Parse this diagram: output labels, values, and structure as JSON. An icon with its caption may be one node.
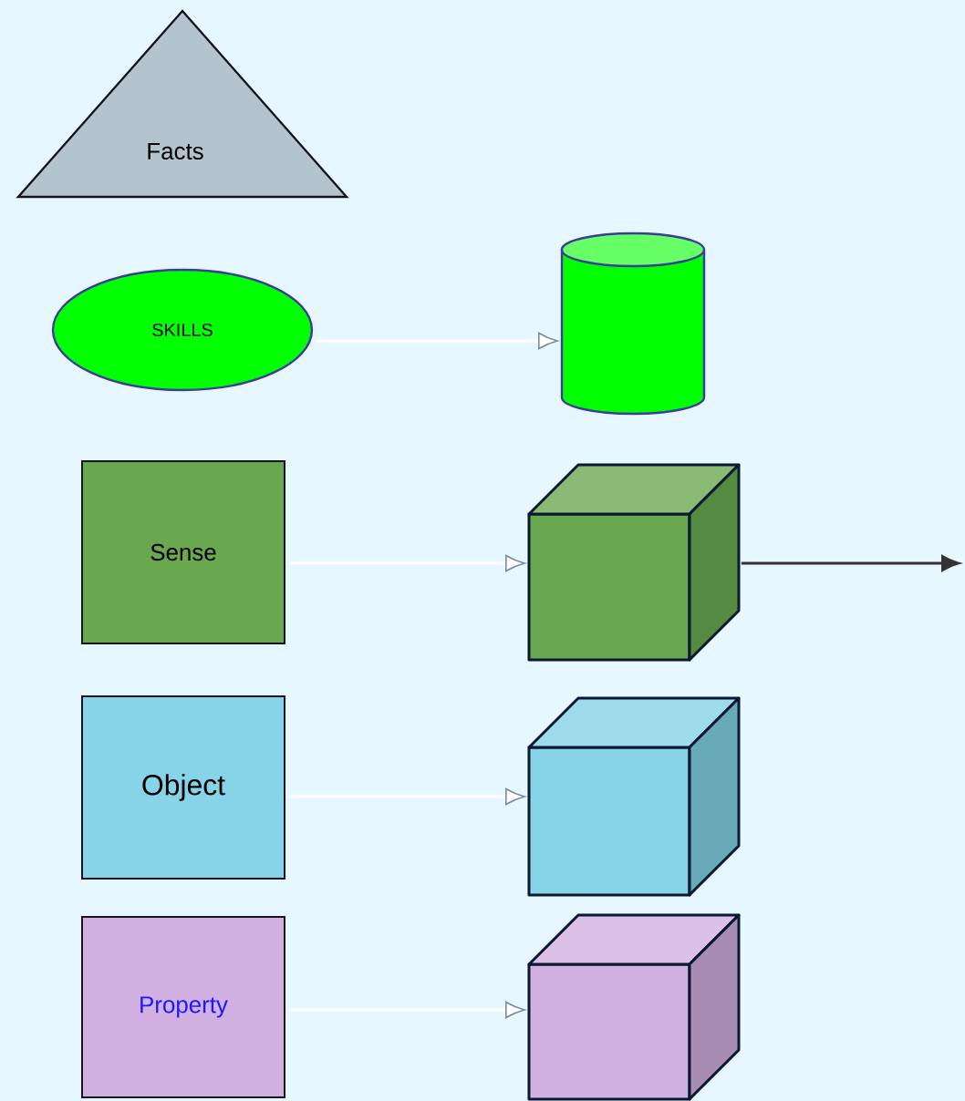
{
  "diagram": {
    "nodes": [
      {
        "text": [
          "Facts"
        ]
      },
      {
        "text": [
          "SKILLS"
        ]
      },
      {
        "text": [],
        "shape": "cylinder"
      },
      {
        "text": [
          "Sense"
        ]
      },
      {
        "text": [],
        "shape": "cube"
      },
      {
        "text": [
          "Object"
        ]
      },
      {
        "text": [],
        "shape": "cube"
      },
      {
        "text": [
          "Property"
        ]
      },
      {
        "text": [],
        "shape": "cube"
      }
    ],
    "edges": [
      {
        "from": 1,
        "to": 2,
        "arrow": "to"
      },
      {
        "from": 3,
        "to": 4,
        "arrow": "to"
      },
      {
        "from": 5,
        "to": 6,
        "arrow": "to"
      },
      {
        "from": 7,
        "to": 8,
        "arrow": "to"
      },
      {
        "from": 4,
        "to": null,
        "arrow": "to",
        "color": "#333333"
      }
    ]
  }
}
